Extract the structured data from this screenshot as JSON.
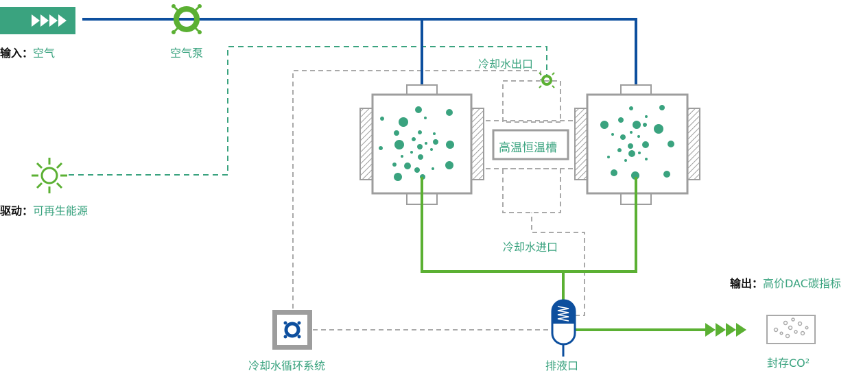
{
  "input": {
    "prefix": "输入：",
    "value": "空气"
  },
  "air_pump": {
    "label": "空气泵"
  },
  "drive": {
    "prefix": "驱动：",
    "value": "可再生能源"
  },
  "coolant_outlet": {
    "label": "冷却水出口"
  },
  "coolant_inlet": {
    "label": "冷却水进口"
  },
  "bath": {
    "label": "高温恒温槽"
  },
  "output": {
    "prefix": "输出：",
    "value": "高价DAC碳指标"
  },
  "cooling_system": {
    "label": "冷却水循环系统"
  },
  "drain": {
    "label": "排液口"
  },
  "storage": {
    "label": "封存CO²"
  },
  "colors": {
    "teal": "#3aa37f",
    "blue": "#0d4f9e",
    "green": "#5bb033",
    "gray": "#a9a9a9",
    "box_gray": "#9d9d9d"
  }
}
